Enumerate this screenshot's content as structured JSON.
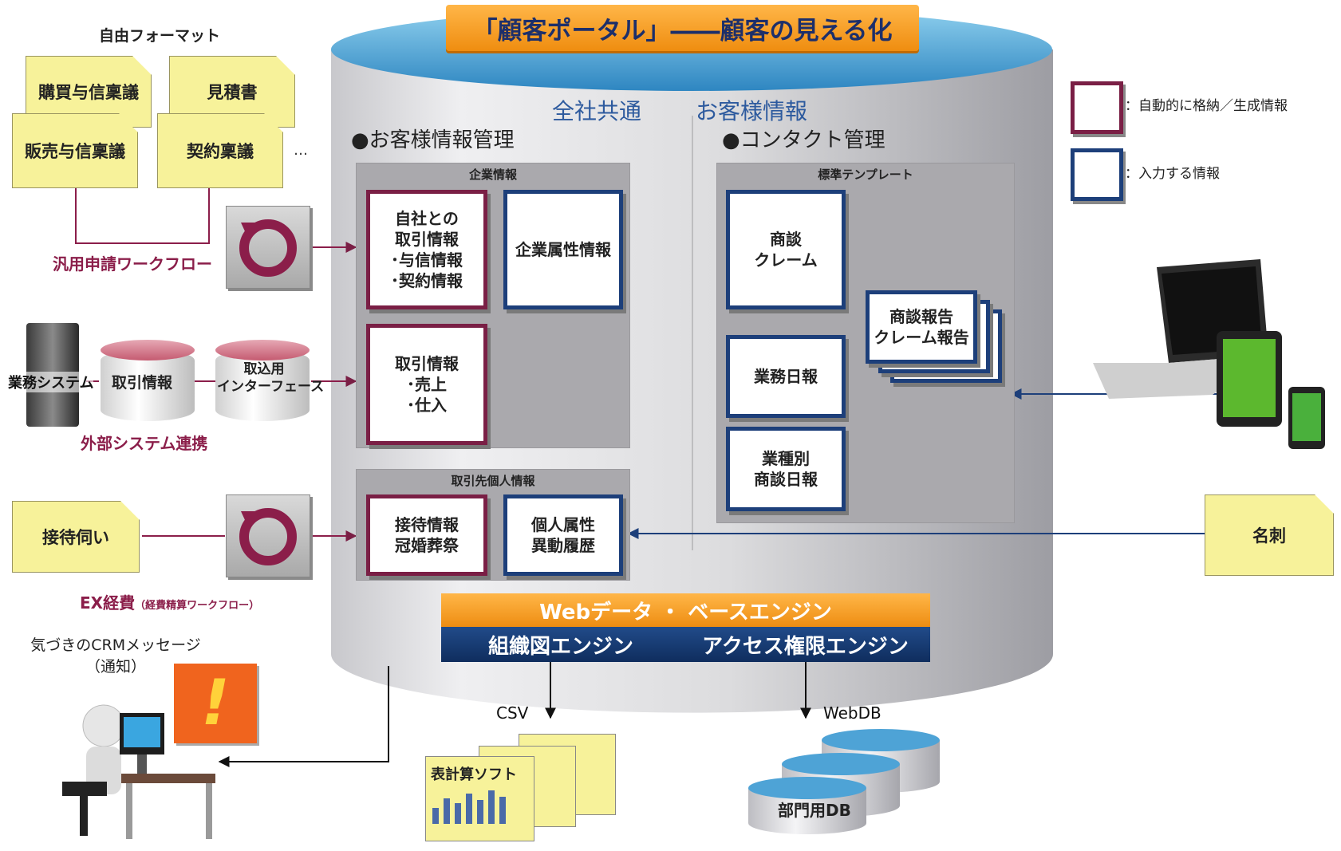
{
  "title": "「顧客ポータル」――顧客の見える化",
  "section_headers": {
    "company_common": "全社共通",
    "customer_info": "お客様情報"
  },
  "management": {
    "customer_info_mgmt": "●お客様情報管理",
    "contact_mgmt": "●コンタクト管理"
  },
  "panels": {
    "company_info": "企業情報",
    "partner_person": "取引先個人情報",
    "standard_template": "標準テンプレート"
  },
  "boxes": {
    "transaction_with_us": [
      "自社との",
      "取引情報",
      "･与信情報",
      "･契約情報"
    ],
    "company_attributes": "企業属性情報",
    "transaction_info": [
      "取引情報",
      "･売上",
      "･仕入"
    ],
    "entertainment_info": [
      "接待情報",
      "冠婚葬祭"
    ],
    "personal_attributes": [
      "個人属性",
      "異動履歴"
    ],
    "negotiation_claim": [
      "商談",
      "クレーム"
    ],
    "negotiation_report": [
      "商談報告",
      "クレーム報告"
    ],
    "daily_report": "業務日報",
    "industry_daily": [
      "業種別",
      "商談日報"
    ]
  },
  "legend": {
    "auto": "：自動的に格納／生成情報",
    "input": "：入力する情報"
  },
  "left": {
    "free_format": "自由フォーマット",
    "docs": [
      "購買与信稟議",
      "見積書",
      "販売与信稟議",
      "契約稟議"
    ],
    "ellipsis": "…",
    "workflow": "汎用申請ワークフロー",
    "business_system": "業務システム",
    "transaction_db": "取引情報",
    "import_if": [
      "取込用",
      "インターフェース"
    ],
    "external": "外部システム連携",
    "entertain_request": "接待伺い",
    "ex_main": "EX経費",
    "ex_sub": "（経費精算ワークフロー）",
    "crm_msg": [
      "気づきのCRMメッセージ",
      "（通知）"
    ],
    "alert_mark": "!"
  },
  "right": {
    "business_card": "名刺"
  },
  "engines": {
    "web_db": "Webデータ ・ ベースエンジン",
    "org": "組織図エンジン",
    "access": "アクセス権限エンジン"
  },
  "bottom": {
    "csv": "CSV",
    "webdb": "WebDB",
    "spreadsheet": "表計算ソフト",
    "dept_db": "部門用DB"
  },
  "colors": {
    "maroon": "#7a1f45",
    "blue": "#1d3f7a",
    "title_orange": "#f29a1e",
    "panel_gray": "#aaa9ad",
    "note_yellow": "#f7f29a",
    "accent_pink": "#8b1e4a"
  }
}
